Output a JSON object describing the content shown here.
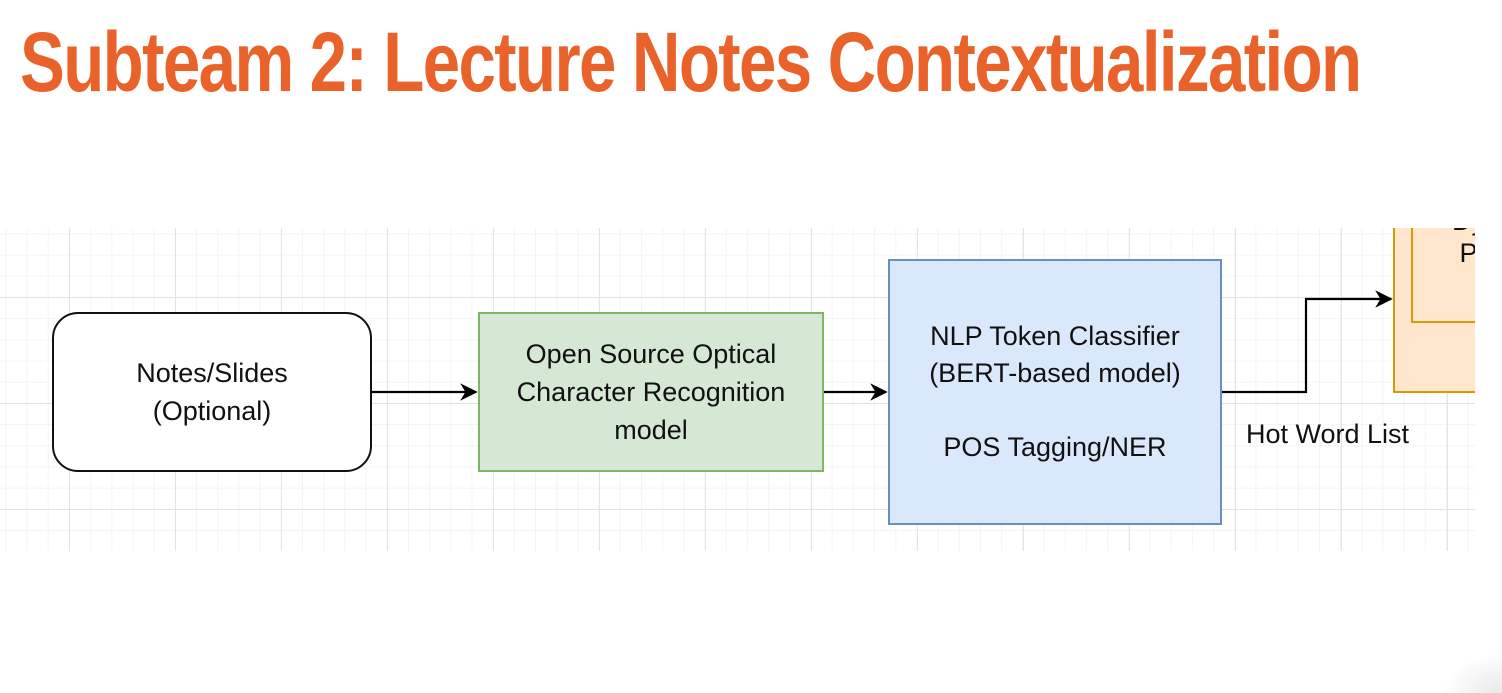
{
  "slide": {
    "title": "Subteam 2: Lecture Notes Contextualization",
    "title_color": "#e8622a"
  },
  "diagram": {
    "nodes": {
      "notes": {
        "text": "Notes/Slides\n(Optional)"
      },
      "ocr": {
        "text": "Open Source Optical\nCharacter Recognition\nmodel"
      },
      "nlp": {
        "text": "NLP Token Classifier\n(BERT-based model)\n\nPOS Tagging/NER"
      },
      "partial": {
        "text": "Dyn\nPh"
      }
    },
    "edge_labels": {
      "hot_word_list": "Hot Word List"
    },
    "colors": {
      "ocr_fill": "#d5e8d4",
      "ocr_stroke": "#82b366",
      "nlp_fill": "#dae8fc",
      "nlp_stroke": "#6c8ebf",
      "partial_fill": "#ffe6cc",
      "partial_stroke": "#d79b00"
    }
  }
}
